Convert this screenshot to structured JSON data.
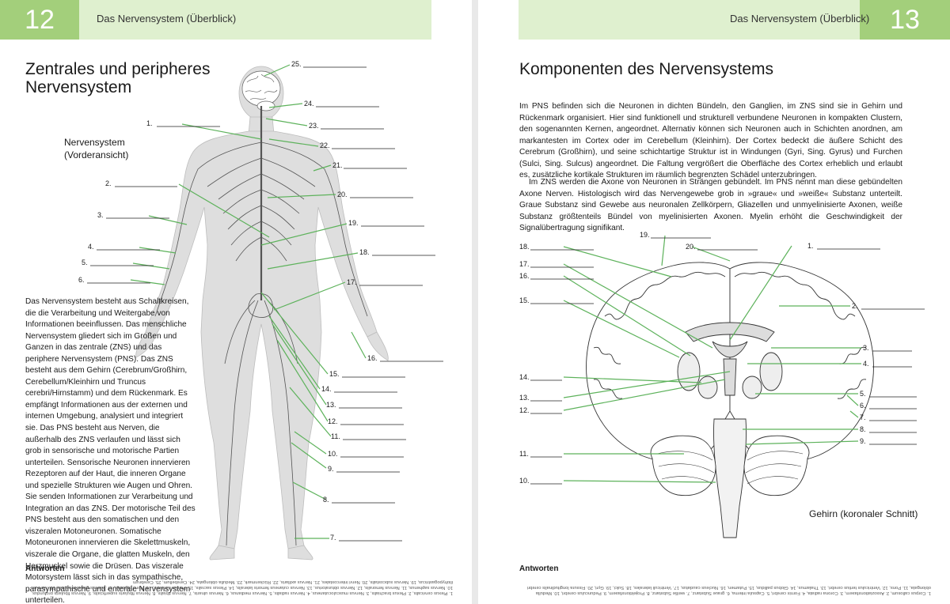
{
  "left_page": {
    "page_number": "12",
    "header_title": "Das Nervensystem (Überblick)",
    "title_line1": "Zentrales und peripheres",
    "title_line2": "Nervensystem",
    "caption_line1": "Nervensystem",
    "caption_line2": "(Vorderansicht)",
    "body_paragraph": "Das Nervensystem besteht aus Schaltkreisen, die die Verarbeitung und Weitergabe von Informationen beeinflussen. Das menschliche Nervensystem gliedert sich im Großen und Ganzen in das zentrale (ZNS) und das periphere Nervensystem (PNS). Das ZNS besteht aus dem Gehirn (Cerebrum/Großhirn, Cerebellum/Kleinhirn und Truncus cerebri/Hirnstamm) und dem Rückenmark. Es empfängt Informationen aus der externen und internen Umgebung, analysiert und integriert sie. Das PNS besteht aus Nerven, die außerhalb des ZNS verlaufen und lässt sich grob in sensorische und motorische Partien unterteilen. Sensorische Neuronen innervieren Rezeptoren auf der Haut, die inneren Organe und spezielle Strukturen wie Augen und Ohren. Sie senden Informationen zur Verarbeitung und Integration an das ZNS. Der motorische Teil des PNS besteht aus den somatischen und den viszeralen Motoneuronen. Somatische Motoneuronen innervieren die Skelettmuskeln, viszerale die Organe, die glatten Muskeln, den Herzmuskel sowie die Drüsen. Das viszerale Motorsystem lässt sich in das sympathische, parasympathische und enterale Nervensystem unterteilen.",
    "answers_title": "Antworten",
    "answers_text": "1. Plexus cervicalis, 2. Plexus brachialis, 3. Nervus musculocutaneus, 4. Nervus radialis, 5. Nervus medianus, 6. Nervus ulnaris, 7. Nervus tibialis, 8. Nervus fibularis superficialis, 9. Nervus fibularis profundus, 10. Nervus saphenus, 11. Nervus femoralis, 12. Nervus obturatorius, 13. Nervus cutaneus femoris lateralis, 14. Plexus sacralis, 15. Plexus lumbalis, 16. Nervi digitales, 17. Nervus genitofemoralis, 18. Nervus iliohypogastricus, 19. Nervus subcostalis, 20. Nervi intercostales, 21. Nervus axillaris, 22. Rückenmark, 23. Medulla oblongata, 24. Cerebellum, 25. Cerebrum",
    "labels": [
      "1.",
      "2.",
      "3.",
      "4.",
      "5.",
      "6.",
      "7.",
      "8.",
      "9.",
      "10.",
      "11.",
      "12.",
      "13.",
      "14.",
      "15.",
      "16.",
      "17.",
      "18.",
      "19.",
      "20.",
      "21.",
      "22.",
      "23.",
      "24.",
      "25."
    ]
  },
  "right_page": {
    "page_number": "13",
    "header_title": "Das Nervensystem (Überblick)",
    "title": "Komponenten des Nervensystems",
    "paragraph1": "Im PNS befinden sich die Neuronen in dichten Bündeln, den Ganglien, im ZNS sind sie in Gehirn und Rückenmark organisiert. Hier sind funktionell und strukturell verbundene Neuronen in kompakten Clustern, den sogenannten Kernen, angeordnet. Alternativ können sich Neuronen auch in Schichten anordnen, am markantesten im Cortex oder im Cerebellum (Kleinhirn). Der Cortex bedeckt die äußere Schicht des Cerebrum (Großhirn), und seine schichtartige Struktur ist in Windungen (Gyri, Sing. Gyrus) und Furchen (Sulci, Sing. Sulcus) angeordnet. Die Faltung vergrößert die Oberfläche des Cortex erheblich und erlaubt es, zusätzliche kortikale Strukturen im räumlich begrenzten Schädel unterzubringen.",
    "paragraph2": "Im ZNS werden die Axone von Neuronen in Strängen gebündelt. Im PNS nennt man diese gebündelten Axone Nerven. Histologisch wird das Nervengewebe grob in »graue« und »weiße« Substanz unterteilt. Graue Substanz sind Gewebe aus neuronalen Zellkörpern, Gliazellen und unmyelinisierte Axonen, weiße Substanz größtenteils Bündel von myelinisierten Axonen. Myelin erhöht die Geschwindigkeit der Signalübertragung signifikant.",
    "caption": "Gehirn (koronaler Schnitt)",
    "answers_title": "Antworten",
    "answers_text": "1. Corpus callosum, 2. Assoziationsfasern, 3. Corona radiata, 4. Fornix cerebri, 5. Capsula interna, 6. graue Substanz, 7. weiße Substanz, 8. Projektionsfasern, 9. Pedunculus cerebri, 10. Medulla oblongata, 11. Pons, 12. Ventriculus tertius cerebri, 13. Thalamus, 14. Globus pallidus, 15. Putamen, 16. Nucleus caudatus, 17. Ventriculi laterales, 18. Sulci, 19. Gyri, 20. Fissura longitudinalis cerebri",
    "labels": [
      "1.",
      "2.",
      "3.",
      "4.",
      "5.",
      "6.",
      "7.",
      "8.",
      "9.",
      "10.",
      "11.",
      "12.",
      "13.",
      "14.",
      "15.",
      "16.",
      "17.",
      "18.",
      "19.",
      "20."
    ]
  }
}
